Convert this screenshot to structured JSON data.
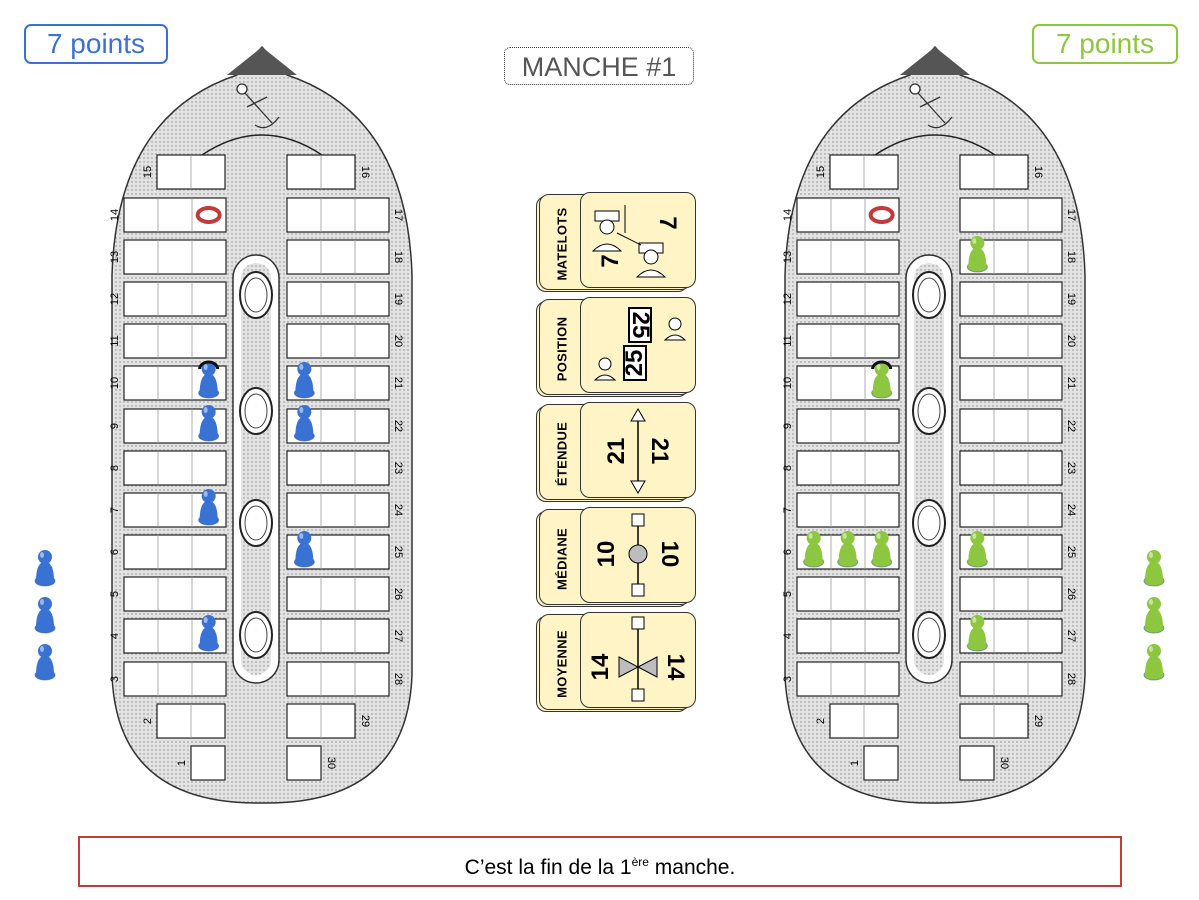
{
  "scores": {
    "blue": {
      "label": "7 points",
      "color": "#3a72d4"
    },
    "green": {
      "label": "7 points",
      "color": "#8dc63f"
    }
  },
  "round": {
    "label": "MANCHE #1"
  },
  "board": {
    "left_numbers": [
      "15",
      "14",
      "13",
      "12",
      "11",
      "10",
      "9",
      "8",
      "7",
      "6",
      "5",
      "4",
      "3",
      "2",
      "1"
    ],
    "right_numbers": [
      "16",
      "17",
      "18",
      "19",
      "20",
      "21",
      "22",
      "23",
      "24",
      "25",
      "26",
      "27",
      "28",
      "29",
      "30"
    ],
    "anchor_icon": "anchor-icon",
    "life_ring_icon": "life-ring-icon"
  },
  "players": {
    "blue": {
      "color": "#3a72d4",
      "board_pawns": [
        {
          "seat": 10,
          "selected": true
        },
        {
          "seat": 9
        },
        {
          "seat": 7
        },
        {
          "seat": 4
        },
        {
          "seat": 21
        },
        {
          "seat": 22
        },
        {
          "seat": 25
        }
      ],
      "reserve_pawns": 3,
      "life_ring_seat": 14
    },
    "green": {
      "color": "#8dc63f",
      "board_pawns": [
        {
          "seat": 10,
          "selected": true
        },
        {
          "seat": 6
        },
        {
          "seat": 6
        },
        {
          "seat": 6
        },
        {
          "seat": 18
        },
        {
          "seat": 25
        },
        {
          "seat": 27
        }
      ],
      "reserve_pawns": 3,
      "life_ring_seat": 14
    }
  },
  "cards": [
    {
      "title": "MATELOTS",
      "value_left": "7",
      "value_right": "7",
      "icon": "sailors-icon"
    },
    {
      "title": "POSITION",
      "value_left": "25",
      "value_right": "25",
      "icon": "sailor-position-icon"
    },
    {
      "title": "ÉTENDUE",
      "value_left": "21",
      "value_right": "21",
      "icon": "range-arrow-icon"
    },
    {
      "title": "MÉDIANE",
      "value_left": "10",
      "value_right": "10",
      "icon": "median-icon"
    },
    {
      "title": "MOYENNE",
      "value_left": "14",
      "value_right": "14",
      "icon": "balance-icon"
    }
  ],
  "message": {
    "text": "C’est la fin de la 1",
    "sup": "ère",
    "suffix": " manche."
  }
}
